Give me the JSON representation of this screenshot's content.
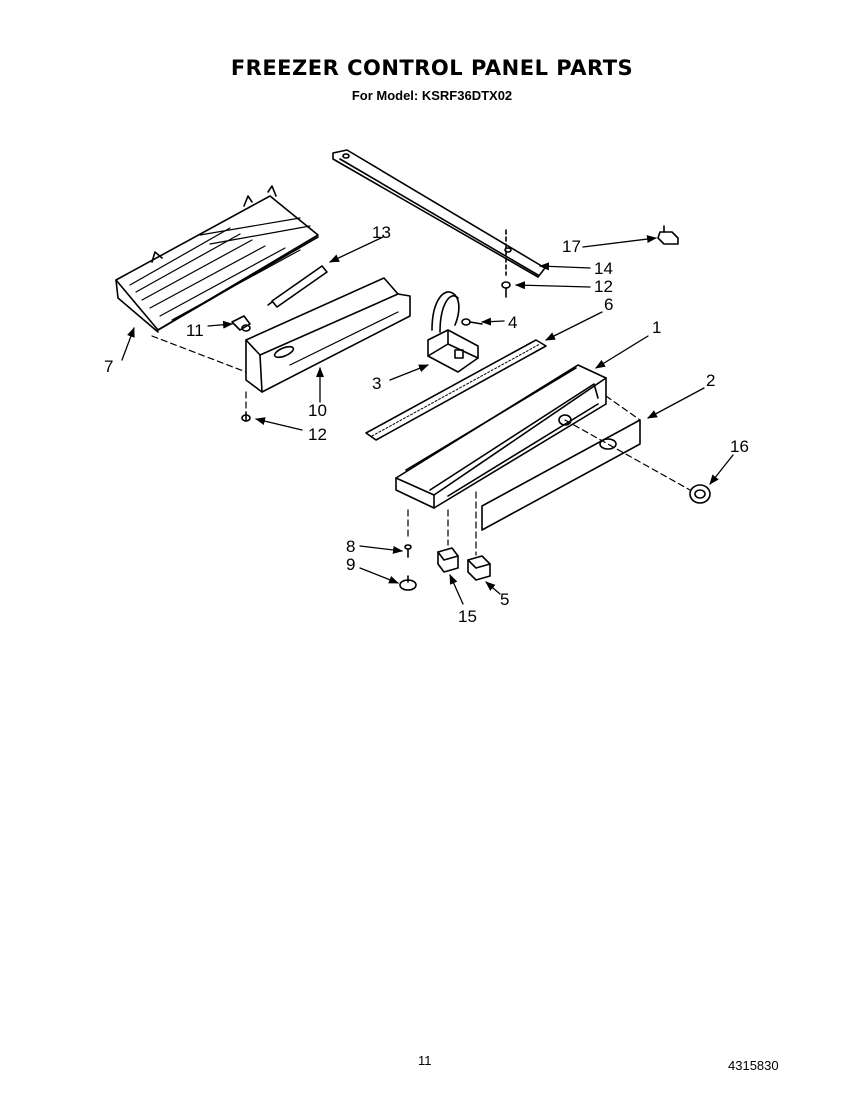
{
  "header": {
    "title": "FREEZER CONTROL PANEL PARTS",
    "subtitle": "For Model: KSRF36DTX02"
  },
  "callouts": {
    "c1": "1",
    "c2": "2",
    "c3": "3",
    "c4": "4",
    "c5": "5",
    "c6": "6",
    "c7": "7",
    "c8": "8",
    "c9": "9",
    "c10": "10",
    "c11": "11",
    "c12a": "12",
    "c12b": "12",
    "c13": "13",
    "c14": "14",
    "c15": "15",
    "c16": "16",
    "c17": "17"
  },
  "footer": {
    "page_number": "11",
    "document_number": "4315830"
  }
}
